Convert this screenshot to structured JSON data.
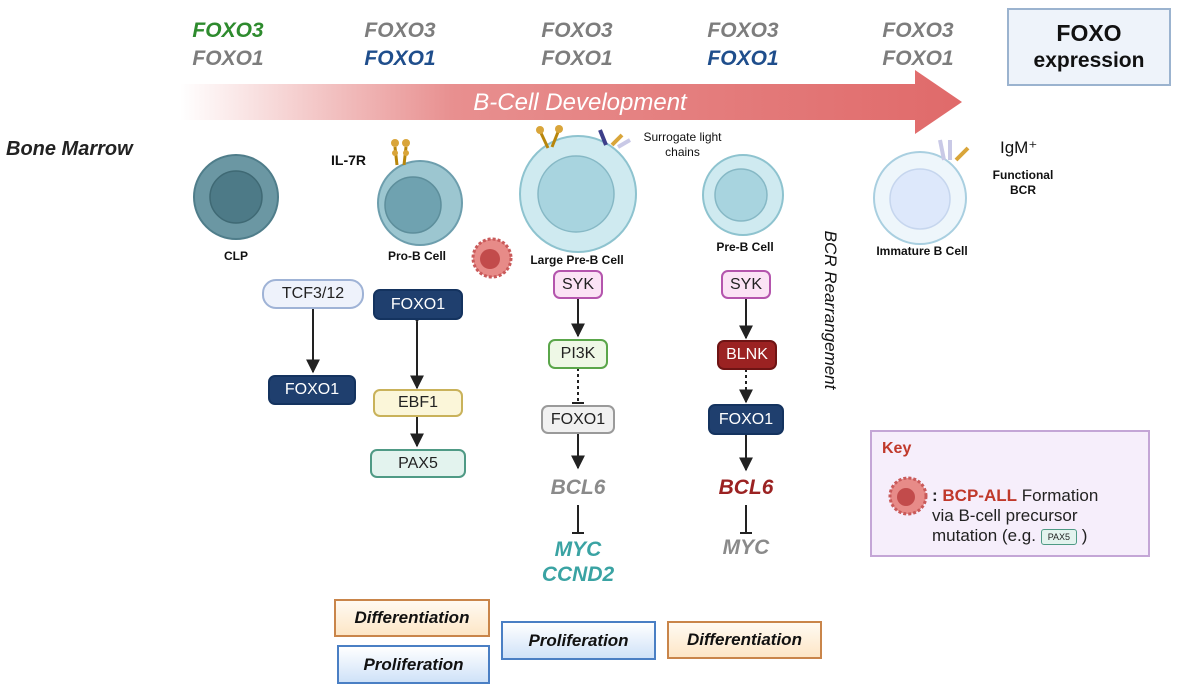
{
  "stages": [
    {
      "foxo3": "FOXO3",
      "foxo1": "FOXO1"
    },
    {
      "foxo3": "FOXO3",
      "foxo1": "FOXO1"
    },
    {
      "foxo3": "FOXO3",
      "foxo1": "FOXO1"
    },
    {
      "foxo3": "FOXO3",
      "foxo1": "FOXO1"
    },
    {
      "foxo3": "FOXO3",
      "foxo1": "FOXO1"
    }
  ],
  "foxo_box": {
    "line1": "FOXO",
    "line2": "expression"
  },
  "arrow_label": "B-Cell Development",
  "bone_marrow": "Bone Marrow",
  "cells": {
    "clp": "CLP",
    "pro_b": "Pro-B Cell",
    "large_pre_b": "Large Pre-B Cell",
    "pre_b": "Pre-B Cell",
    "immature_b": "Immature B Cell"
  },
  "receptors": {
    "il7r": "IL-7R",
    "surrogate": "Surrogate light chains",
    "igm": "IgM⁺",
    "functional_bcr_1": "Functional",
    "functional_bcr_2": "BCR"
  },
  "bcr_rearrangement": "BCR Rearrangement",
  "clp_path": {
    "tcf": "TCF3/12",
    "foxo1": "FOXO1"
  },
  "prob_path": {
    "foxo1": "FOXO1",
    "ebf1": "EBF1",
    "pax5": "PAX5"
  },
  "largepreb_path": {
    "syk": "SYK",
    "pi3k": "PI3K",
    "foxo1": "FOXO1",
    "bcl6": "BCL6",
    "myc": "MYC",
    "ccnd2": "CCND2"
  },
  "preb_path": {
    "syk": "SYK",
    "blnk": "BLNK",
    "foxo1": "FOXO1",
    "bcl6": "BCL6",
    "myc": "MYC"
  },
  "outcomes": {
    "prob_diff": "Differentiation",
    "prob_prolif": "Proliferation",
    "largepreb_prolif": "Proliferation",
    "preb_diff": "Differentiation"
  },
  "key": {
    "title": "Key",
    "prefix": ":",
    "bold": "BCP-ALL",
    "text1": "Formation",
    "text2": "via B-cell precursor",
    "text3": "mutation (e.g.",
    "mini": "PAX5",
    "text_close": ")"
  },
  "colors": {
    "green": "#2e8b2e",
    "gray": "#7d7d7d",
    "navy": "#1f4e8c",
    "teal": "#3aa3a3",
    "darkred": "#9b2222",
    "arrow": "#e06a6a"
  }
}
